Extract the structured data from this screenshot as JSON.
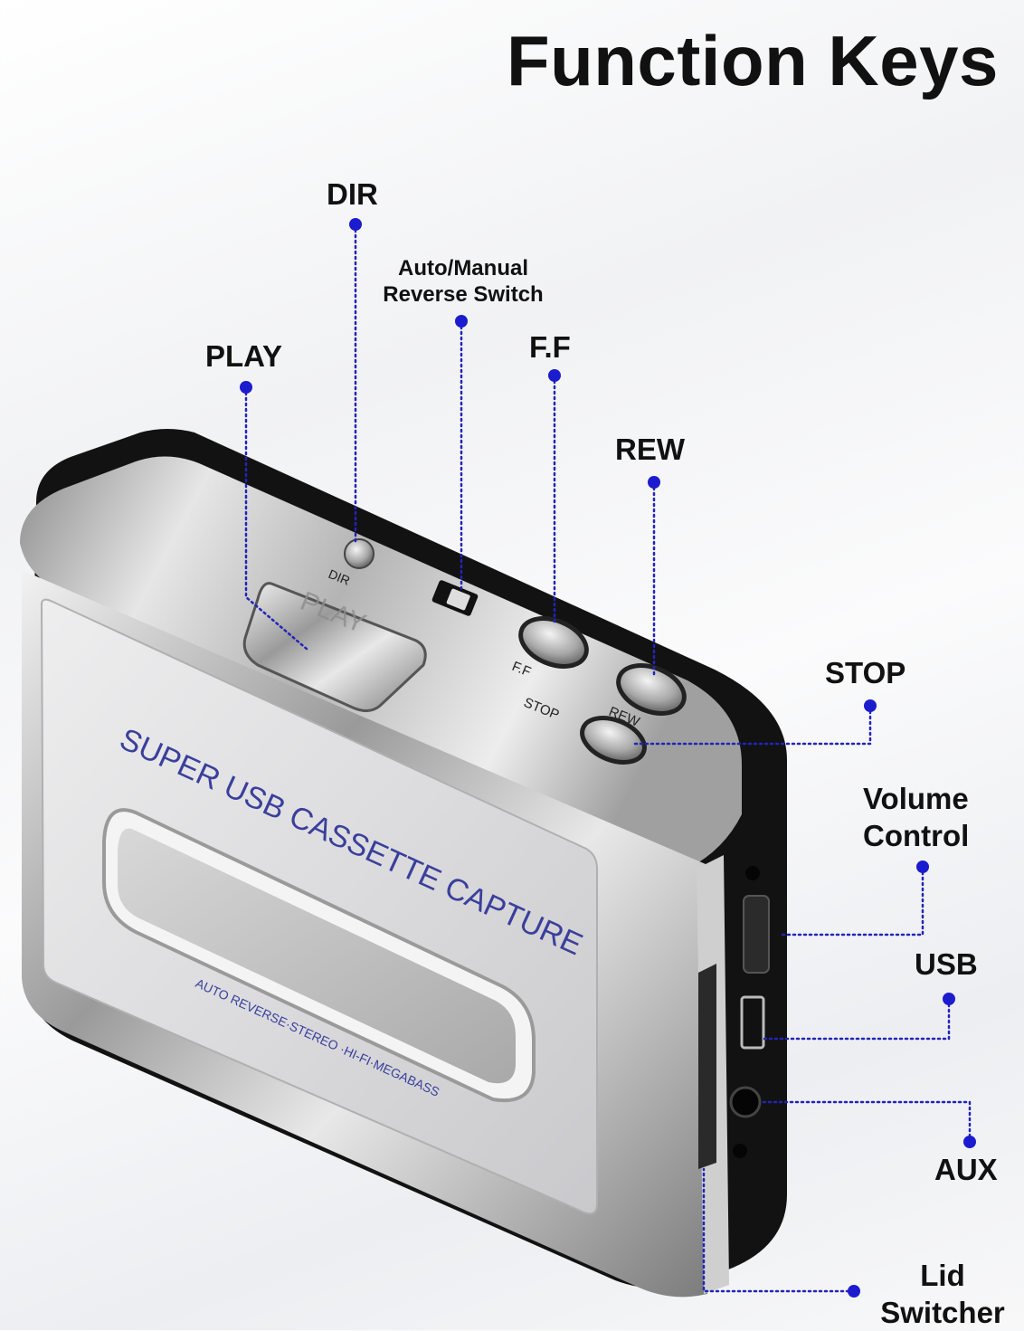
{
  "title": "Function Keys",
  "labels": {
    "dir": "DIR",
    "auto_manual": [
      "Auto/Manual",
      "Reverse Switch"
    ],
    "play": "PLAY",
    "ff": "F.F",
    "rew": "REW",
    "stop": "STOP",
    "volume": [
      "Volume",
      "Control"
    ],
    "usb": "USB",
    "aux": "AUX",
    "lid": [
      "Lid",
      "Switcher"
    ]
  },
  "device": {
    "brand_text": "SUPER USB CASSETTE CAPTURE",
    "sub_text": "AUTO REVERSE·STEREO ·HI-FI·MEGABASS",
    "key_play": "PLAY",
    "key_dir": "DIR",
    "key_ff": "F.F",
    "key_rew": "REW",
    "key_stop": "STOP"
  },
  "colors": {
    "leader": "#2424b8",
    "dot": "#1c1ccf",
    "brand_text": "#3a3f9c"
  }
}
